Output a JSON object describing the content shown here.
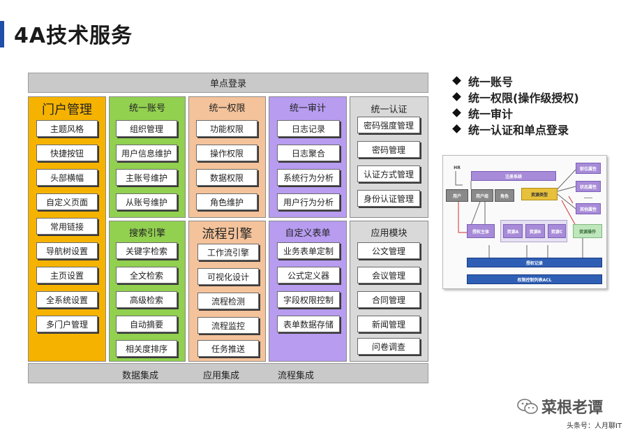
{
  "title": "4A技术服务",
  "top_band": "单点登录",
  "bottom_band": [
    "数据集成",
    "应用集成",
    "流程集成"
  ],
  "columns": [
    {
      "id": "portal",
      "head": "门户管理",
      "color": "#f5b300",
      "items": [
        "主题风格",
        "快捷按钮",
        "头部横幅",
        "自定义页面",
        "常用链接",
        "导航树设置",
        "主页设置",
        "全系统设置",
        "多门户管理"
      ]
    },
    {
      "id": "account",
      "head": "统一账号",
      "color": "#92d050",
      "items": [
        "组织管理",
        "用户信息维护",
        "主账号维护",
        "从账号维护"
      ]
    },
    {
      "id": "authority",
      "head": "统一权限",
      "color": "#f4c39b",
      "items": [
        "功能权限",
        "操作权限",
        "数据权限",
        "角色维护"
      ]
    },
    {
      "id": "audit",
      "head": "统一审计",
      "color": "#b79cf0",
      "items": [
        "日志记录",
        "日志聚合",
        "系统行为分析",
        "用户行为分析"
      ]
    },
    {
      "id": "auth",
      "head": "统一认证",
      "color": "#d9d9d9",
      "items": [
        "密码强度管理",
        "密码管理",
        "认证方式管理",
        "身份认证管理"
      ]
    },
    {
      "id": "search",
      "head": "搜索引擎",
      "color": "#92d050",
      "items": [
        "关键字检索",
        "全文检索",
        "高级检索",
        "自动摘要",
        "相关度排序"
      ]
    },
    {
      "id": "flow",
      "head": "流程引擎",
      "color": "#f4c39b",
      "items": [
        "工作流引擎",
        "可视化设计",
        "流程检测",
        "流程监控",
        "任务推送"
      ]
    },
    {
      "id": "form",
      "head": "自定义表单",
      "color": "#b79cf0",
      "items": [
        "业务表单定制",
        "公式定义器",
        "字段权限控制",
        "表单数据存储"
      ]
    },
    {
      "id": "app",
      "head": "应用模块",
      "color": "#d9d9d9",
      "items": [
        "公文管理",
        "会议管理",
        "合同管理",
        "新闻管理",
        "问卷调查"
      ]
    }
  ],
  "bullets": [
    "统一账号",
    "统一权限(操作级授权)",
    "统一审计",
    "统一认证和单点登录"
  ],
  "diagram_labels": {
    "hr": "HR",
    "register": "注册系统",
    "user": "用户",
    "user_group": "用户组",
    "role": "角色",
    "resource_type": "资源类型",
    "attr1": "职位属性",
    "attr2": "状态属性",
    "dots": "……",
    "attr3": "其他属性",
    "auth_subject": "授权主体",
    "res_a": "资源A",
    "res_b": "资源B",
    "res_c": "资源C",
    "res_op": "资源操作",
    "auth_record": "授权记录",
    "acl": "权限控制列表ACL"
  },
  "watermark": {
    "name": "菜根老谭",
    "sub": "头条号：人月聊IT"
  }
}
